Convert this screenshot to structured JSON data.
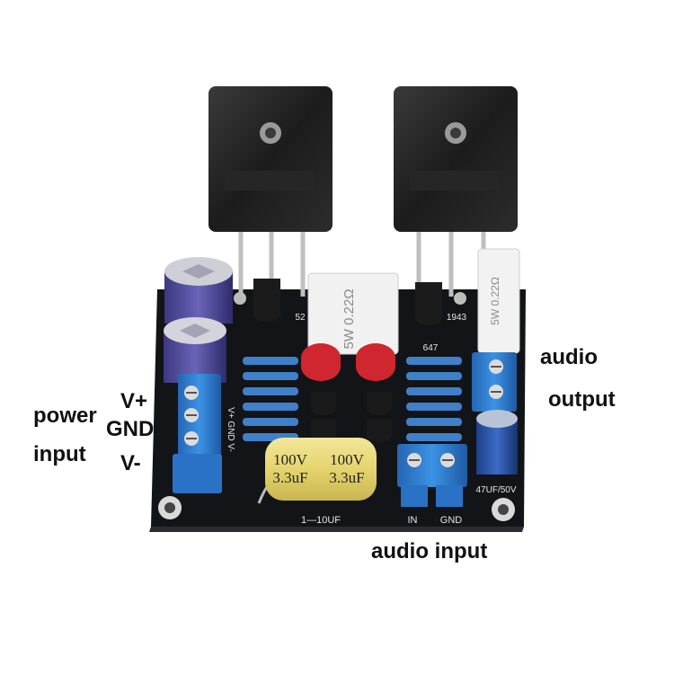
{
  "labels": {
    "power": "power",
    "input": "input",
    "v_plus": "V+",
    "gnd": "GND",
    "v_minus": "V-",
    "audio": "audio",
    "output": "output",
    "audio_input": "audio input"
  },
  "board": {
    "resistor_code": "5W 0.22Ω",
    "resistor_code_2": "5W 0.22Ω",
    "cap_value_left": "100V",
    "cap_value_left_2": "3.3uF",
    "cap_value_right": "100V",
    "cap_value_right_2": "3.3uF",
    "silk_cap": "1—10UF",
    "silk_in": "IN",
    "silk_gnd": "GND",
    "silk_power_pins": "V+ GND V-",
    "silk_electrolytic": "47UF/50V",
    "silk_1943": "1943",
    "silk_52": "52",
    "silk_647": "647"
  },
  "colors": {
    "pcb": "#16181d",
    "terminal_blue": "#2f80d0",
    "cap_yellow": "#e7d97a",
    "ceramic_white": "#f2f2f2",
    "capacitor_red": "#d0262f",
    "electrolytic_blue": "#2d55a3",
    "electrolytic_purple": "#524d99"
  }
}
